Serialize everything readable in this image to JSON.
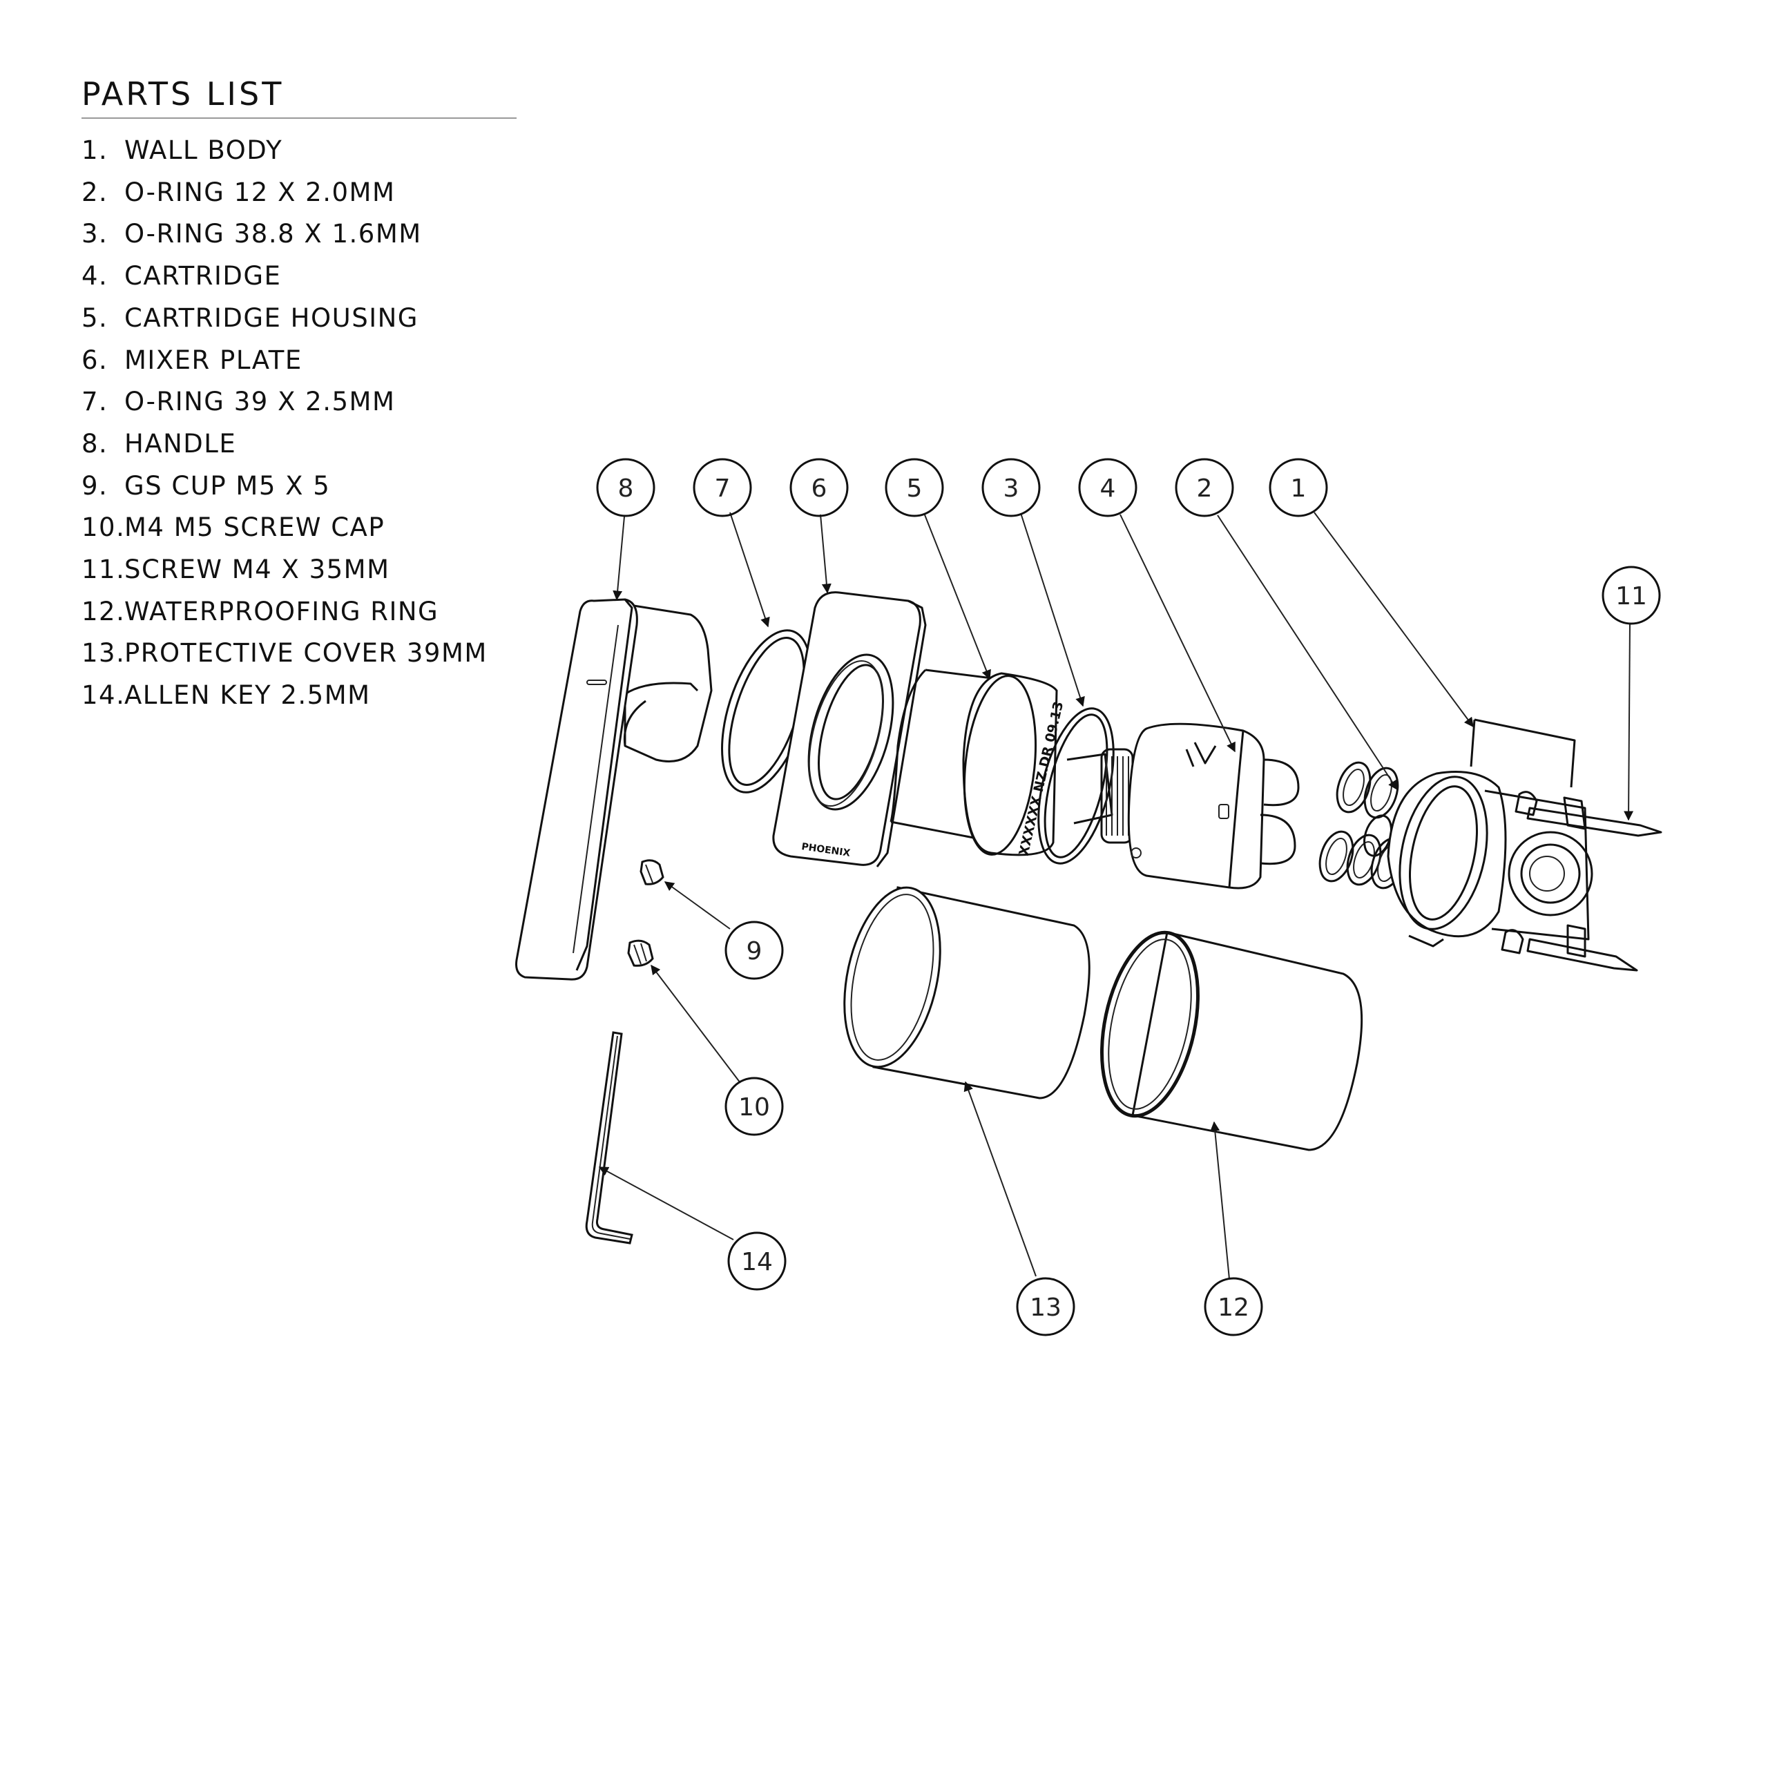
{
  "parts_list": {
    "title": "PARTS LIST",
    "items": [
      {
        "num": "1.",
        "label": "WALL BODY"
      },
      {
        "num": "2.",
        "label": "O-RING 12 X 2.0MM"
      },
      {
        "num": "3.",
        "label": "O-RING 38.8 X 1.6MM"
      },
      {
        "num": "4.",
        "label": "CARTRIDGE"
      },
      {
        "num": "5.",
        "label": "CARTRIDGE HOUSING"
      },
      {
        "num": "6.",
        "label": "MIXER PLATE"
      },
      {
        "num": "7.",
        "label": "O-RING 39 X 2.5MM"
      },
      {
        "num": "8.",
        "label": "HANDLE"
      },
      {
        "num": "9.",
        "label": "GS CUP M5 X 5"
      },
      {
        "num": "10.",
        "label": "M4 M5 SCREW CAP"
      },
      {
        "num": "11.",
        "label": "SCREW M4 X 35MM"
      },
      {
        "num": "12.",
        "label": "WATERPROOFING RING"
      },
      {
        "num": "13.",
        "label": "PROTECTIVE COVER 39MM"
      },
      {
        "num": "14.",
        "label": "ALLEN KEY 2.5MM"
      }
    ]
  },
  "callouts": {
    "c1": "1",
    "c2": "2",
    "c3": "3",
    "c4": "4",
    "c5": "5",
    "c6": "6",
    "c7": "7",
    "c8": "8",
    "c9": "9",
    "c10": "10",
    "c11": "11",
    "c12": "12",
    "c13": "13",
    "c14": "14"
  },
  "part_markings": {
    "housing_text": "XXXXXX NZ.DR 09.13",
    "plate_logo": "PHOENIX"
  }
}
